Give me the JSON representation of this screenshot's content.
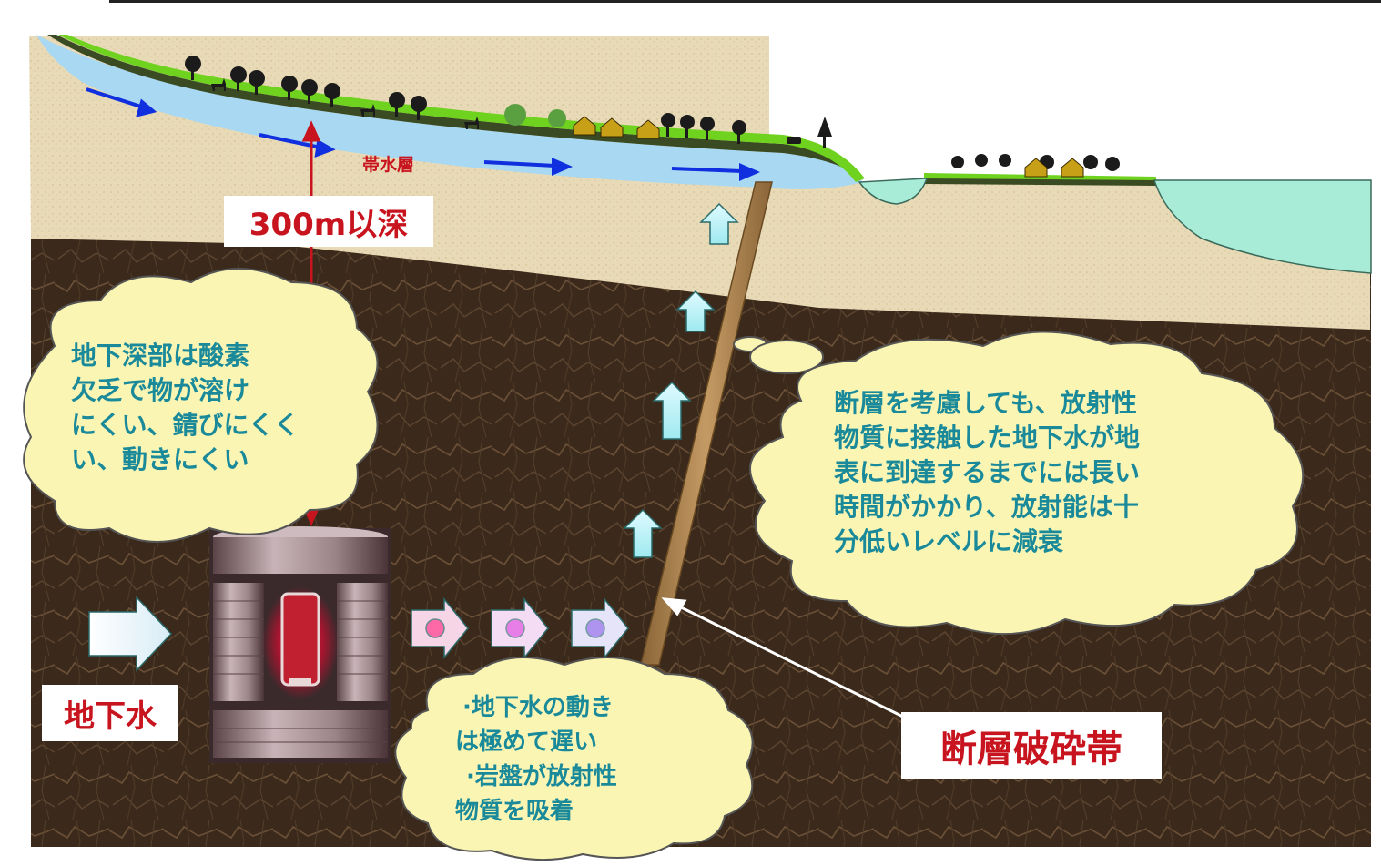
{
  "labels": {
    "aquifer": "帯水層",
    "depth": "300m以深",
    "groundwater": "地下水",
    "fault_zone": "断層破砕帯"
  },
  "callouts": {
    "deep_underground": [
      "地下深部は酸素",
      "欠乏で物が溶け",
      "にくい、錆びにくく",
      "い、動きにくい"
    ],
    "fault_consideration": [
      "断層を考慮しても、放射性",
      "物質に接触した地下水が地",
      "表に到達するまでには長い",
      "時間がかかり、放射能は十",
      "分低いレベルに減衰"
    ],
    "groundwater_movement": [
      "·地下水の動き",
      "は極めて遅い",
      "·岩盤が放射性",
      "物質を吸着"
    ]
  },
  "colors": {
    "label_red": "#c8141e",
    "callout_text": "#1a8a9a",
    "cloud_fill": "#fbf5b4",
    "aquifer_blue": "#a9d8f2",
    "flow_arrow": "#1030e0",
    "grass": "#6fd21e",
    "soil_sand": "#e6d8b4",
    "bedrock": "#3a2818",
    "lake": "#a8ecd8",
    "fault": "#a8804c"
  },
  "icons": [
    "tree-icon",
    "deer-icon",
    "house-icon",
    "cow-icon",
    "up-arrow-icon",
    "right-arrow-icon",
    "waste-container-icon"
  ]
}
